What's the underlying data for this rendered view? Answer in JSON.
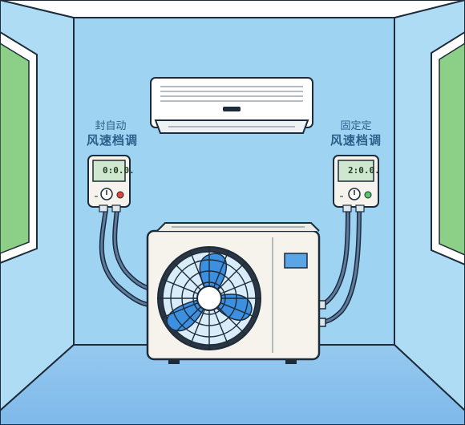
{
  "labels": {
    "left_top": "封自动",
    "left_bottom": "风速档调",
    "right_top": "固定定",
    "right_bottom": "风速档调"
  },
  "meters": {
    "left_reading": "0:0.0.",
    "right_reading": "2:0.0.",
    "left_indicator": "red",
    "right_indicator": "green"
  },
  "colors": {
    "wall": "#9ed3f2",
    "floor": "#8ec4ee",
    "window_glass": "#8ccf86",
    "fan_blade": "#3d8fe0",
    "panel_square": "#5aa5e6",
    "label_text": "#2a5f8a"
  },
  "icons": {
    "left_power": "power-icon",
    "right_power": "power-icon"
  }
}
